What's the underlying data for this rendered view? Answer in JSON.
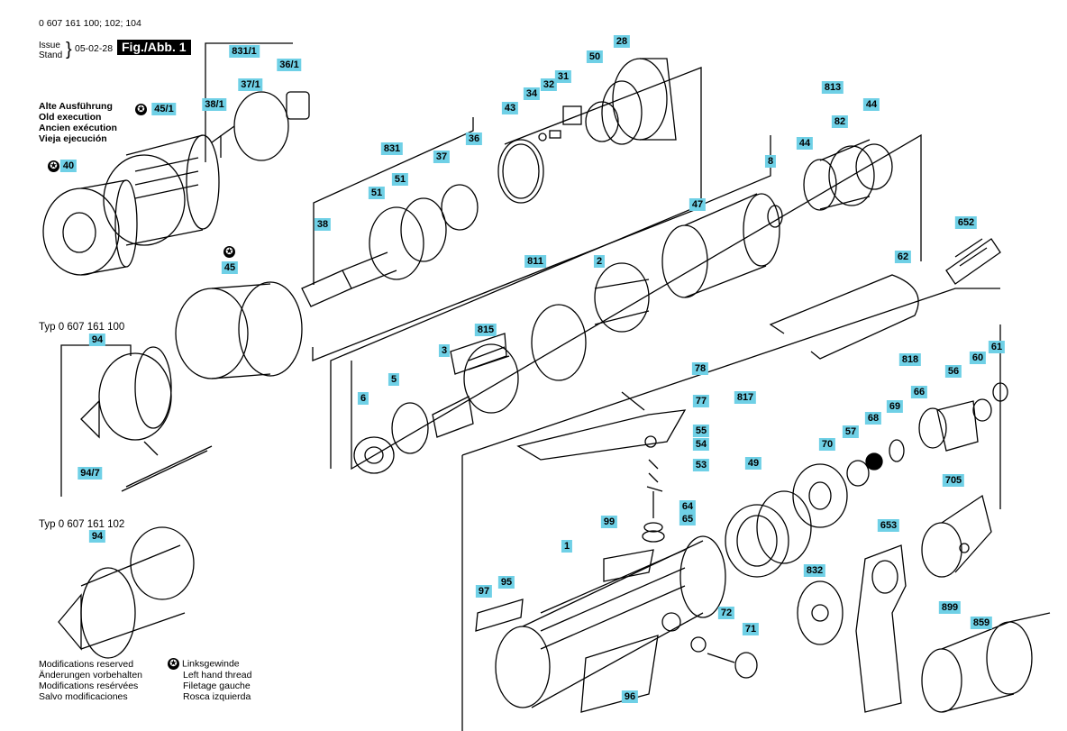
{
  "header": {
    "part_numbers": "0 607 161 100; 102; 104",
    "issue_label": "Issue",
    "stand_label": "Stand",
    "brace": "}",
    "date": "05-02-28",
    "figure_label": "Fig./Abb. 1"
  },
  "old_execution": {
    "lines": [
      "Alte Ausführung",
      "Old execution",
      "Ancien exécution",
      "Vieja ejecución"
    ]
  },
  "type_labels": {
    "type_100": "Typ 0 607 161 100",
    "type_102": "Typ 0 607 161 102"
  },
  "footer": {
    "modifications": [
      "Modifications reserved",
      "Änderungen vorbehalten",
      "Modifications resérvées",
      "Salvo modificaciones"
    ],
    "left_hand": [
      "Linksgewinde",
      "Left hand thread",
      "Filetage gauche",
      "Rosca izquierda"
    ]
  },
  "legend": {
    "star_icon": "star-in-circle-icon",
    "accent_color": "#6fd0e6"
  },
  "callouts": {
    "c831_1": "831/1",
    "c36_1": "36/1",
    "c37_1": "37/1",
    "c38_1": "38/1",
    "c45_1": "45/1",
    "c40": "40",
    "c45": "45",
    "c94": "94",
    "c94_7": "94/7",
    "c94b": "94",
    "c28": "28",
    "c50": "50",
    "c31": "31",
    "c32": "32",
    "c34": "34",
    "c43": "43",
    "c831": "831",
    "c37": "37",
    "c36": "36",
    "c51a": "51",
    "c51b": "51",
    "c38": "38",
    "c813": "813",
    "c44a": "44",
    "c82": "82",
    "c44b": "44",
    "c8": "8",
    "c47": "47",
    "c652": "652",
    "c811": "811",
    "c2": "2",
    "c62": "62",
    "c815": "815",
    "c3": "3",
    "c5": "5",
    "c6": "6",
    "c78": "78",
    "c77": "77",
    "c817": "817",
    "c55": "55",
    "c54": "54",
    "c53": "53",
    "c818": "818",
    "c61": "61",
    "c60": "60",
    "c56": "56",
    "c66": "66",
    "c69": "69",
    "c68": "68",
    "c57": "57",
    "c70": "70",
    "c49": "49",
    "c705": "705",
    "c64": "64",
    "c65": "65",
    "c99": "99",
    "c1": "1",
    "c653": "653",
    "c95": "95",
    "c97": "97",
    "c832": "832",
    "c72": "72",
    "c71": "71",
    "c899": "899",
    "c859": "859",
    "c96": "96"
  }
}
